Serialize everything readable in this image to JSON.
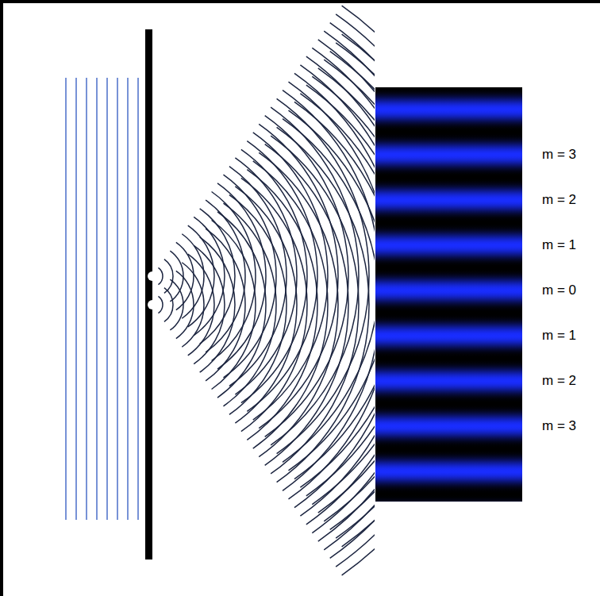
{
  "diagram": {
    "labels": [
      "m = 3",
      "m = 2",
      "m = 1",
      "m = 0",
      "m = 1",
      "m = 2",
      "m = 3"
    ]
  }
}
